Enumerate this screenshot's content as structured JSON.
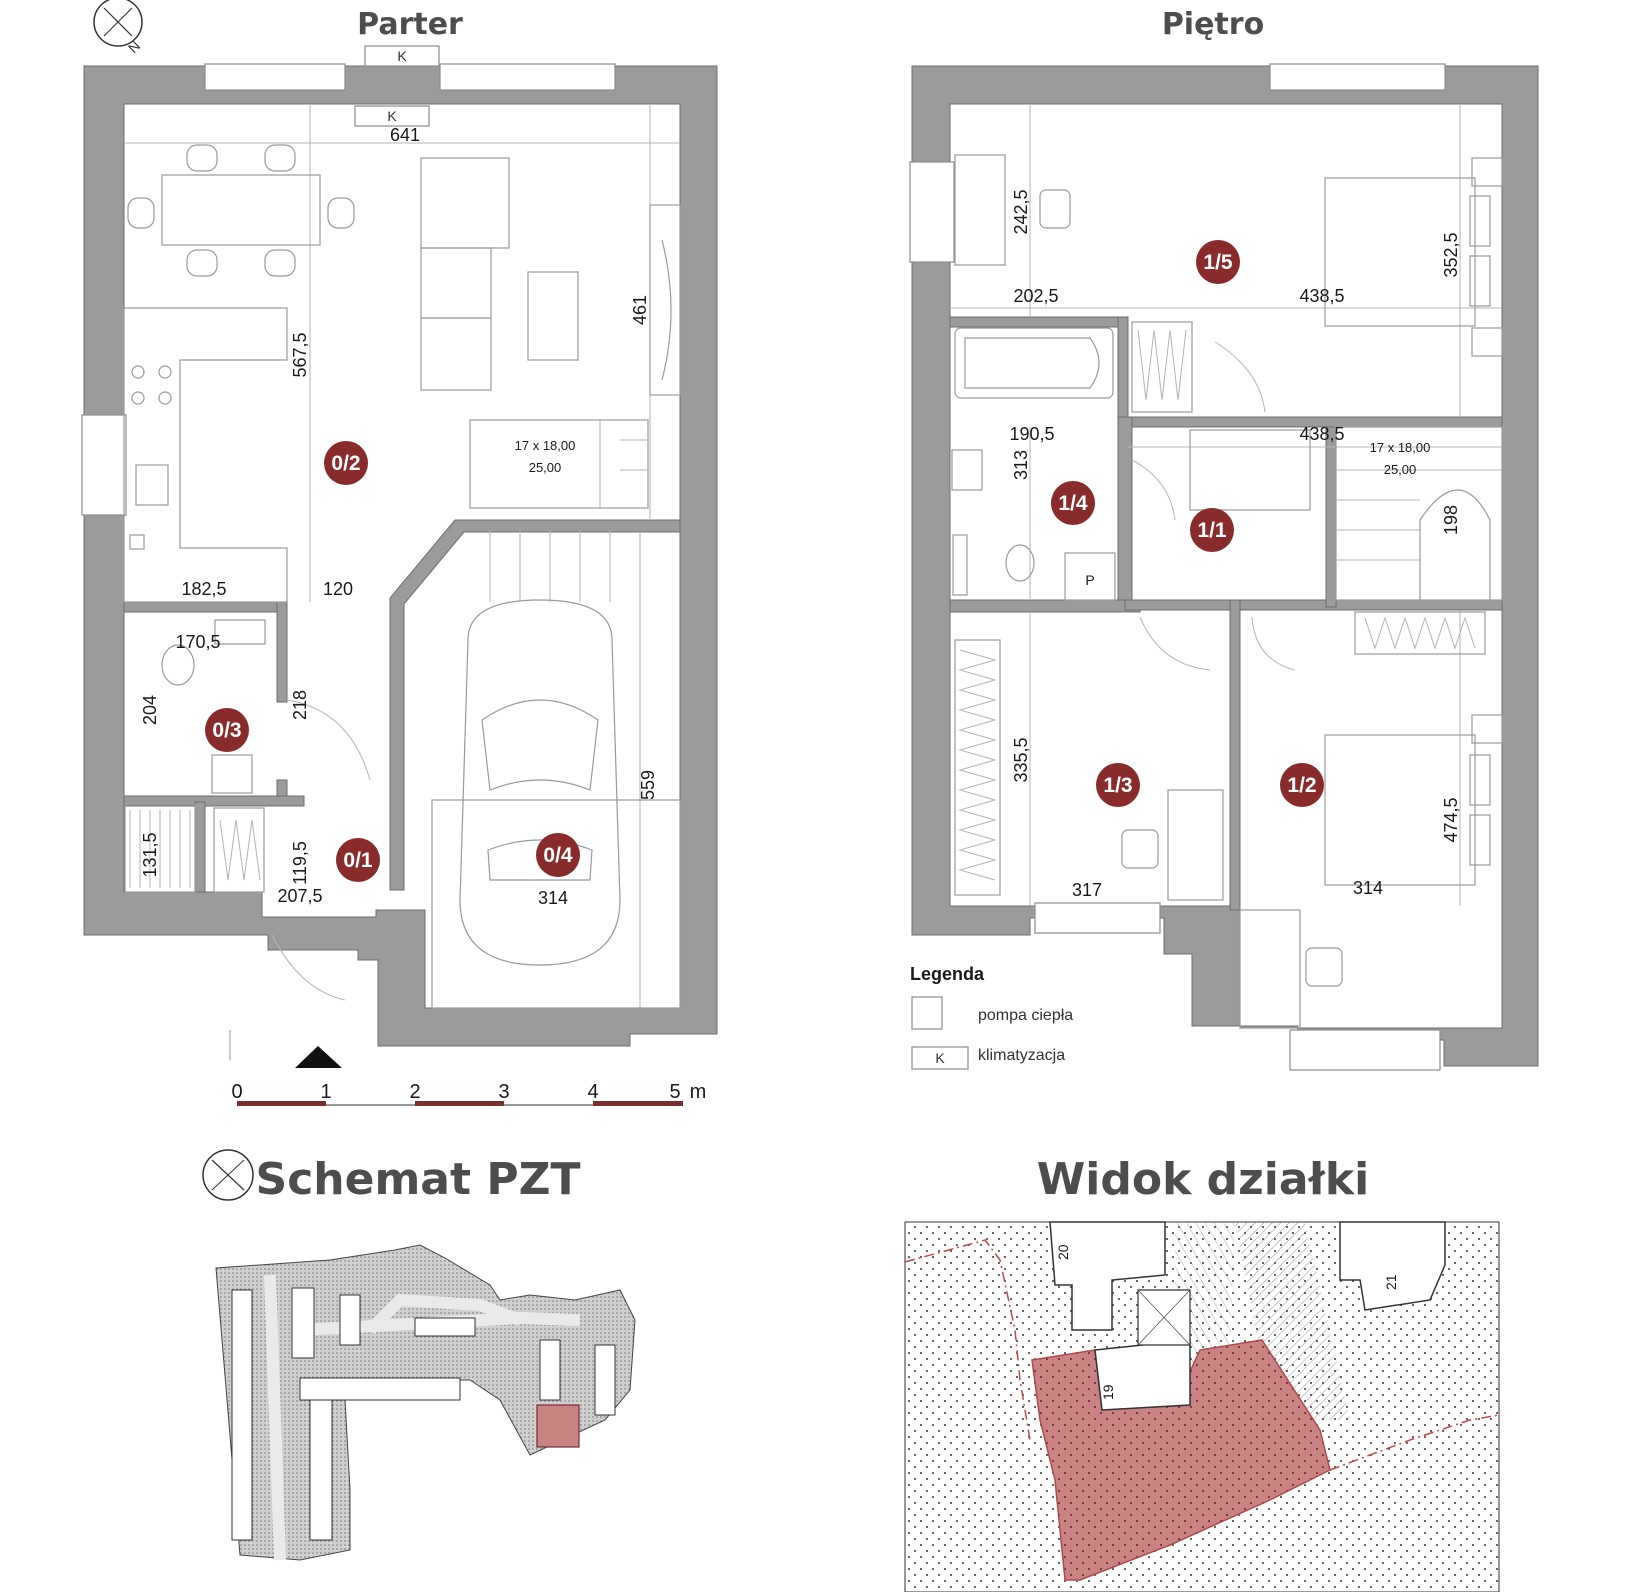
{
  "titles": {
    "ground_floor": "Parter",
    "upper_floor": "Piętro",
    "site_scheme": "Schemat PZT",
    "plot_view": "Widok działki"
  },
  "compass": {
    "north_letter": "N"
  },
  "ac_marker": "K",
  "ground_floor": {
    "dimensions": [
      "641",
      "567,5",
      "461",
      "182,5",
      "120",
      "170,5",
      "204",
      "218",
      "559",
      "131,5",
      "119,5",
      "207,5",
      "314"
    ],
    "stairs": [
      "17 x 18,00",
      "25,00"
    ],
    "rooms": [
      "0/1",
      "0/2",
      "0/3",
      "0/4"
    ]
  },
  "upper_floor": {
    "dimensions": [
      "242,5",
      "352,5",
      "202,5",
      "438,5",
      "190,5",
      "313",
      "438,5",
      "198",
      "335,5",
      "474,5",
      "317",
      "314"
    ],
    "stairs": [
      "17 x 18,00",
      "25,00"
    ],
    "rooms": [
      "1/1",
      "1/2",
      "1/3",
      "1/4",
      "1/5"
    ],
    "p_label": "P"
  },
  "legend": {
    "title": "Legenda",
    "items": [
      {
        "symbol": "",
        "label": "pompa ciepła"
      },
      {
        "symbol": "K",
        "label": "klimatyzacja"
      }
    ]
  },
  "scale_bar": {
    "ticks": [
      "0",
      "1",
      "2",
      "3",
      "4",
      "5"
    ],
    "unit": "m"
  },
  "plot_view": {
    "plot_numbers": [
      "20",
      "21",
      "19"
    ]
  },
  "colors": {
    "wall": "#9b9b9b",
    "room_badge": "#8a2b2b",
    "plot_highlight": "#c98383",
    "title_text": "#4d4d4d"
  }
}
